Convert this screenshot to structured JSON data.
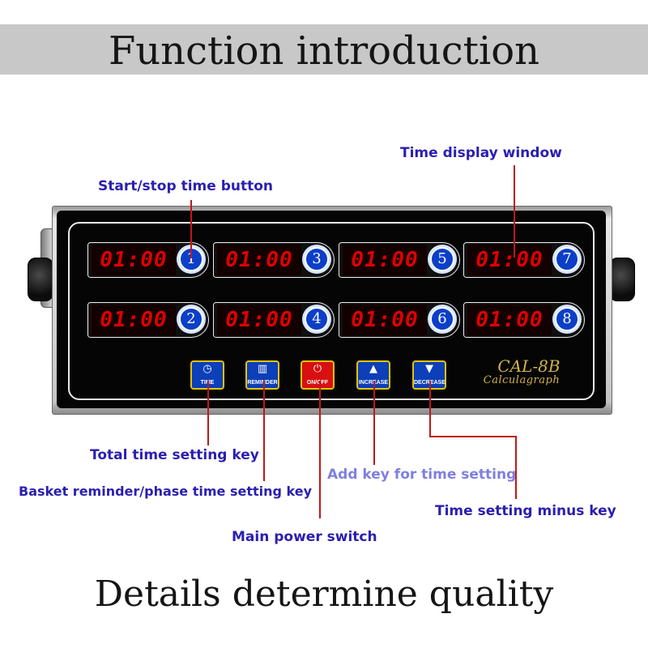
{
  "header": {
    "title": "Function introduction"
  },
  "footer": {
    "text": "Details determine quality"
  },
  "device": {
    "model": "CAL-8B",
    "brand": "Calculagraph",
    "timers": [
      {
        "number": "1",
        "display": "01:00"
      },
      {
        "number": "2",
        "display": "01:00"
      },
      {
        "number": "3",
        "display": "01:00"
      },
      {
        "number": "4",
        "display": "01:00"
      },
      {
        "number": "5",
        "display": "01:00"
      },
      {
        "number": "6",
        "display": "01:00"
      },
      {
        "number": "7",
        "display": "01:00"
      },
      {
        "number": "8",
        "display": "01:00"
      }
    ],
    "keys": {
      "time": {
        "label": "TIME",
        "icon": "clock-icon",
        "glyph": "◷"
      },
      "reminder": {
        "label": "REMINDER",
        "icon": "basket-icon",
        "glyph": "▥"
      },
      "onoff": {
        "label": "ON/OFF",
        "icon": "power-icon",
        "glyph": "⏻",
        "color": "#d81010"
      },
      "increase": {
        "label": "INCREASE",
        "icon": "triangle-up-icon",
        "glyph": "▲"
      },
      "decrease": {
        "label": "DECREASE",
        "icon": "triangle-down-icon",
        "glyph": "▼"
      }
    }
  },
  "annotations": {
    "time_display_window": "Time display window",
    "start_stop": "Start/stop time button",
    "total_time": "Total time setting key",
    "basket_reminder": "Basket reminder/phase time setting key",
    "add_key": "Add key for time setting",
    "minus_key": "Time setting minus key",
    "power_switch": "Main power switch"
  },
  "colors": {
    "label_text": "#2a1fb0",
    "leader_line": "#c01818",
    "display_digits": "#e00000",
    "key_blue": "#0c3fb8",
    "key_border": "#e4c400"
  }
}
